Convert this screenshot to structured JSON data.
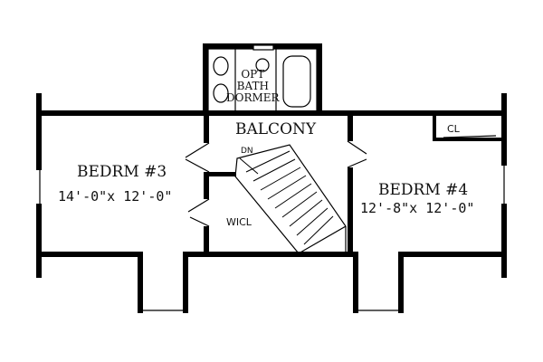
{
  "plan": {
    "bath": {
      "line1": "OPT",
      "line2": "BATH",
      "line3": "DORMER"
    },
    "balcony": "BALCONY",
    "bedroom3": {
      "name": "BEDRM #3",
      "size": "14'-0\"x 12'-0\""
    },
    "bedroom4": {
      "name": "BEDRM #4",
      "size": "12'-8\"x 12'-0\""
    },
    "wicl": "WICL",
    "closet": "CL",
    "stair_dn": "DN"
  }
}
